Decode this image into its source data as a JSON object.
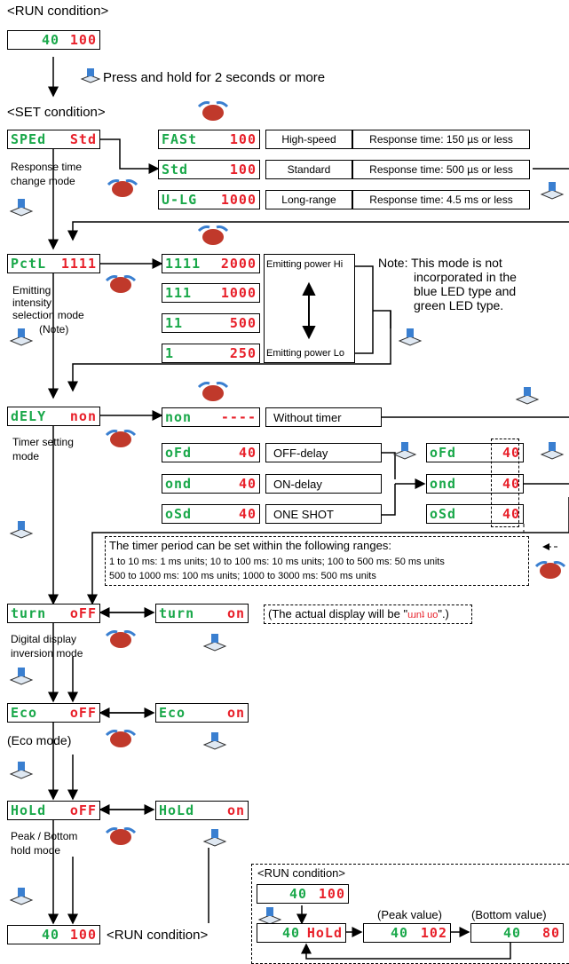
{
  "run_title": "<RUN condition>",
  "press_hold": "Press and hold for 2 seconds or more",
  "set_title": "<SET condition>",
  "speed": {
    "main": {
      "g": "SPEd",
      "r": "Std"
    },
    "caption": [
      "Response time",
      "change mode"
    ],
    "opts": [
      {
        "g": "FASt",
        "r": "100",
        "label": "High-speed",
        "desc": "Response time: 150 µs or less"
      },
      {
        "g": "Std",
        "r": "100",
        "label": "Standard",
        "desc": "Response time: 500 µs or less"
      },
      {
        "g": "U-LG",
        "r": "1000",
        "label": "Long-range",
        "desc": "Response time: 4.5 ms or less"
      }
    ]
  },
  "pctl": {
    "main": {
      "g": "PctL",
      "r": "1111"
    },
    "caption": [
      "Emitting",
      "intensity",
      "selection mode"
    ],
    "note_lbl": "(Note)",
    "opts": [
      {
        "g": "1111",
        "r": "2000"
      },
      {
        "g": "111",
        "r": "1000"
      },
      {
        "g": "11",
        "r": "500"
      },
      {
        "g": "1",
        "r": "250"
      }
    ],
    "hi": "Emitting power Hi",
    "lo": "Emitting power Lo",
    "note": [
      "Note: This mode is not",
      "incorporated in the",
      "blue LED type and",
      "green LED type."
    ]
  },
  "timer": {
    "main": {
      "g": "dELY",
      "r": "non"
    },
    "caption": [
      "Timer setting",
      "mode"
    ],
    "opts": [
      {
        "g": "non",
        "r": "----",
        "label": "Without timer"
      },
      {
        "g": "oFd",
        "r": "40",
        "label": "OFF-delay"
      },
      {
        "g": "ond",
        "r": "40",
        "label": "ON-delay"
      },
      {
        "g": "oSd",
        "r": "40",
        "label": "ONE SHOT"
      }
    ],
    "set": [
      {
        "g": "oFd",
        "r": "40"
      },
      {
        "g": "ond",
        "r": "40"
      },
      {
        "g": "oSd",
        "r": "40"
      }
    ],
    "ranges": [
      "The timer period can be set within the following ranges:",
      "1 to 10 ms: 1 ms units; 10 to 100 ms: 10 ms units; 100 to 500 ms: 50 ms units",
      "500 to 1000 ms: 100 ms units; 1000 to 3000 ms: 500 ms units"
    ]
  },
  "turn": {
    "off": {
      "g": "turn",
      "r": "oFF"
    },
    "on": {
      "g": "turn",
      "r": "on"
    },
    "caption": [
      "Digital display",
      "inversion mode"
    ],
    "note_pre": "(The actual display will be \"",
    "note_glyph": "uɹnʇ uo",
    "note_post": "\".)"
  },
  "eco": {
    "off": {
      "g": "Eco",
      "r": "oFF"
    },
    "on": {
      "g": "Eco",
      "r": "on"
    },
    "caption": "(Eco mode)"
  },
  "hold": {
    "off": {
      "g": "HoLd",
      "r": "oFF"
    },
    "on": {
      "g": "HoLd",
      "r": "on"
    },
    "caption": [
      "Peak / Bottom",
      "hold mode"
    ]
  },
  "run_disp": {
    "g": "40",
    "r": "100"
  },
  "run_end": "<RUN condition>",
  "panel": {
    "title": "<RUN condition>",
    "disp": {
      "g": "40",
      "r": "100"
    },
    "hold_disp": {
      "g": "40",
      "r": "HoLd"
    },
    "peak_lbl": "(Peak value)",
    "peak": {
      "g": "40",
      "r": "102"
    },
    "bottom_lbl": "(Bottom value)",
    "bottom": {
      "g": "40",
      "r": "80"
    }
  },
  "colors": {
    "green": "#1aa84a",
    "red": "#e8202a",
    "blue": "#3a7fd0",
    "dial": "#c0392b"
  }
}
